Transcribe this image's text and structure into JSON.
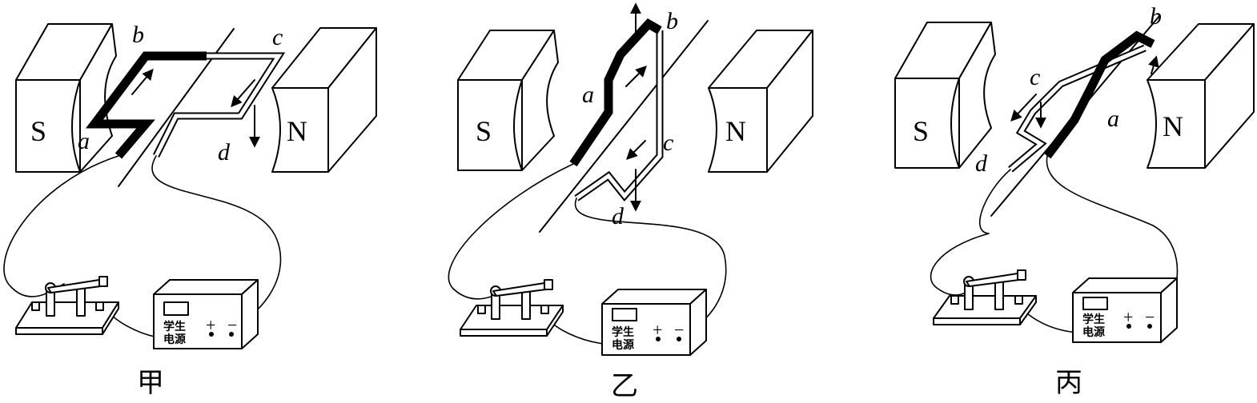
{
  "panels": [
    {
      "caption": "甲",
      "pole_left": "S",
      "pole_right": "N",
      "label_a": "a",
      "label_b": "b",
      "label_c": "c",
      "label_d": "d",
      "supply_line1": "学生",
      "supply_line2": "电源",
      "supply_plus": "+",
      "supply_minus": "−"
    },
    {
      "caption": "乙",
      "pole_left": "S",
      "pole_right": "N",
      "label_a": "a",
      "label_b": "b",
      "label_c": "c",
      "label_d": "d",
      "supply_line1": "学生",
      "supply_line2": "电源",
      "supply_plus": "+",
      "supply_minus": "−"
    },
    {
      "caption": "丙",
      "pole_left": "S",
      "pole_right": "N",
      "label_a": "a",
      "label_b": "b",
      "label_c": "c",
      "label_d": "d",
      "supply_line1": "学生",
      "supply_line2": "电源",
      "supply_plus": "+",
      "supply_minus": "−"
    }
  ]
}
